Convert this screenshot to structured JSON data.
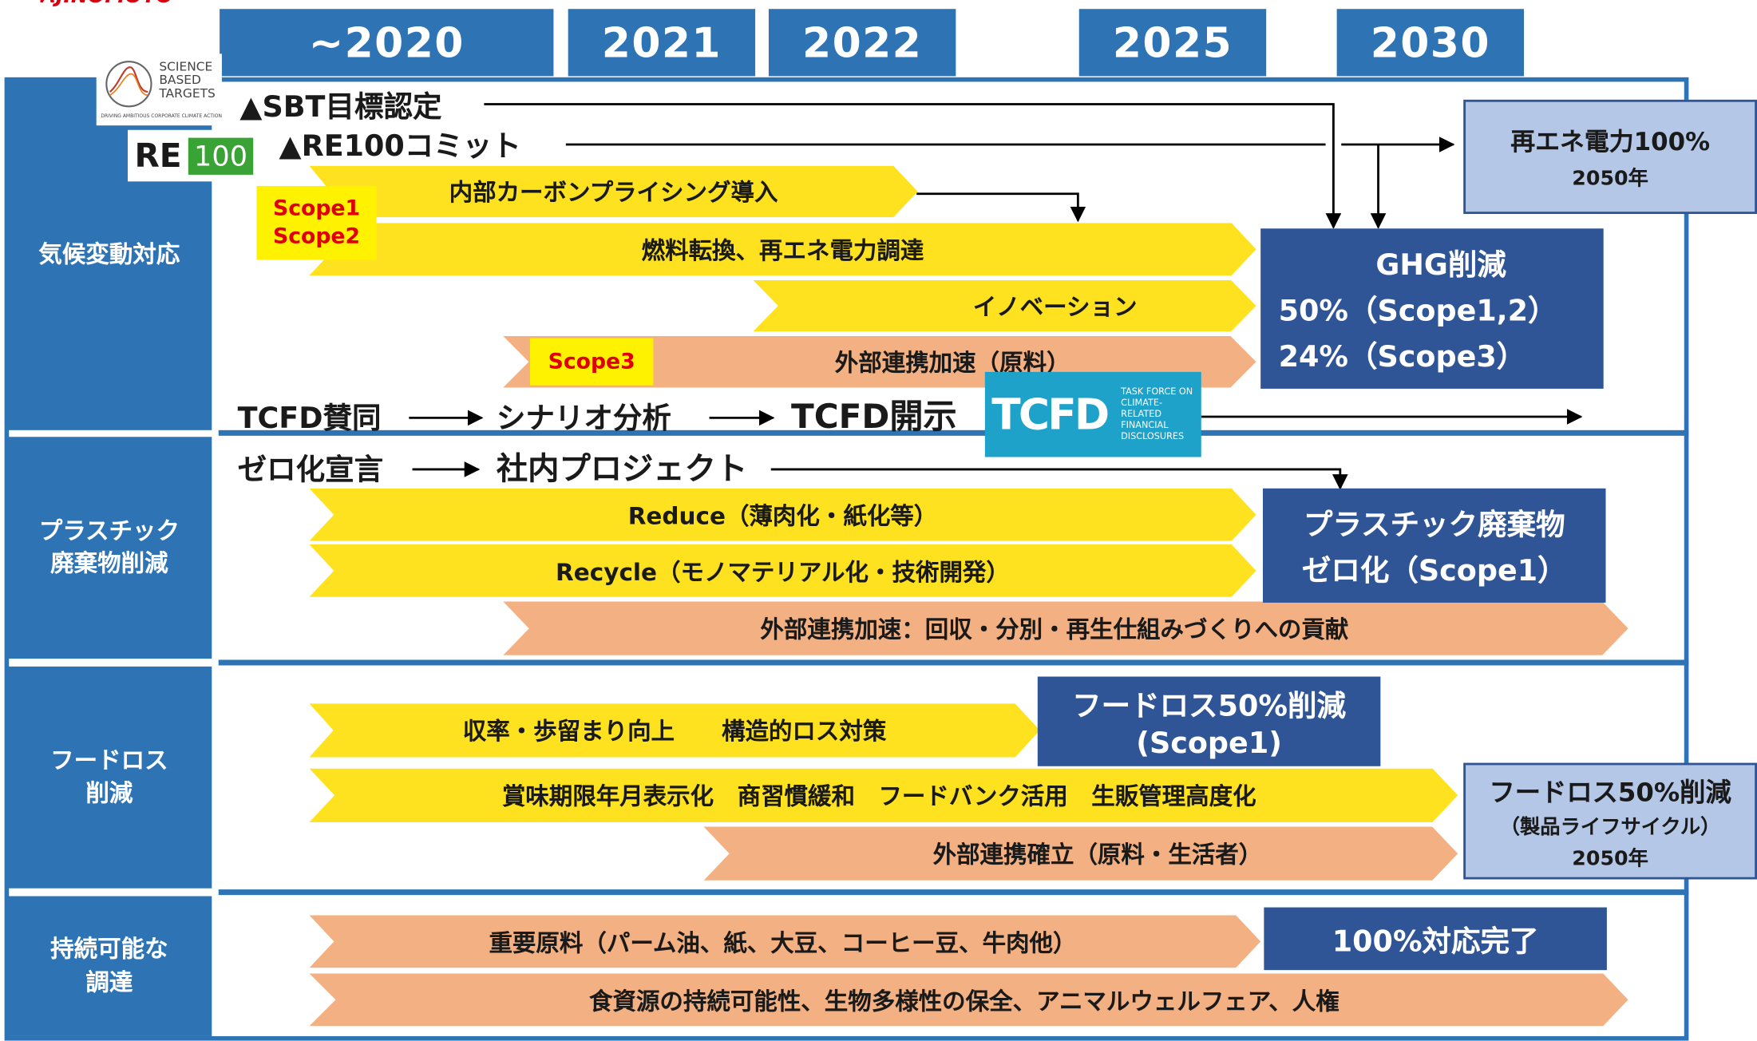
{
  "brand": "AJINOMOTO",
  "years": [
    "~2020",
    "2021",
    "2022",
    "2025",
    "2030"
  ],
  "categories": {
    "climate": "気候変動対応",
    "plastic": "プラスチック\n廃棄物削減",
    "food_loss": "フードロス\n削減",
    "procurement": "持続可能な\n調達"
  },
  "logos": {
    "sbt_line1": "SCIENCE",
    "sbt_line2": "BASED",
    "sbt_line3": "TARGETS",
    "sbt_tagline": "DRIVING AMBITIOUS CORPORATE CLIMATE ACTION",
    "re_text": "RE",
    "re_number": "100",
    "tcfd_text": "TCFD",
    "tcfd_desc": "TASK FORCE ON CLIMATE-RELATED FINANCIAL DISCLOSURES"
  },
  "climate": {
    "sbt_milestone": "▲SBT目標認定",
    "re100_milestone": "▲RE100コミット",
    "carbon_pricing": "内部カーボンプライシング導入",
    "scope12_tag": [
      "Scope1",
      "Scope2"
    ],
    "fuel_switch": "燃料転換、再エネ電力調達",
    "innovation": "イノベーション",
    "scope3_tag": "Scope3",
    "external_materials": "外部連携加速（原料）",
    "tcfd_endorse": "TCFD賛同",
    "scenario_analysis": "シナリオ分析",
    "tcfd_disclose": "TCFD開示",
    "re100_goal": "再エネ電力100%",
    "re100_goal_year": "2050年",
    "ghg_title": "GHG削減",
    "ghg_line1": "50%（Scope1,2）",
    "ghg_line2": "24%（Scope3）"
  },
  "plastic": {
    "zero_declaration": "ゼロ化宣言",
    "internal_project": "社内プロジェクト",
    "reduce": "Reduce（薄肉化・紙化等）",
    "recycle": "Recycle（モノマテリアル化・技術開発）",
    "external": "外部連携加速：回収・分別・再生仕組みづくりへの貢献",
    "goal_line1": "プラスチック廃棄物",
    "goal_line2": "ゼロ化（Scope1）"
  },
  "food_loss": {
    "yield": "収率・歩留まり向上　　構造的ロス対策",
    "practices": "賞味期限年月表示化　商習慣緩和　フードバンク活用　生販管理高度化",
    "external": "外部連携確立（原料・生活者）",
    "goal2025_line1": "フードロス50%削減",
    "goal2025_line2": "(Scope1)",
    "goal2050_line1": "フードロス50%削減",
    "goal2050_line2": "（製品ライフサイクル）",
    "goal2050_year": "2050年"
  },
  "procurement": {
    "key_materials": "重要原料（パーム油、紙、大豆、コーヒー豆、牛肉他）",
    "goal": "100%対応完了",
    "sustainability": "食資源の持続可能性、生物多様性の保全、アニマルウェルフェア、人権"
  },
  "colors": {
    "header_blue": "#2e74b5",
    "arrow_yellow": "#ffe21f",
    "arrow_orange": "#f3b183",
    "goal_navy": "#2f5597",
    "goal_light": "#b4c7e7"
  }
}
